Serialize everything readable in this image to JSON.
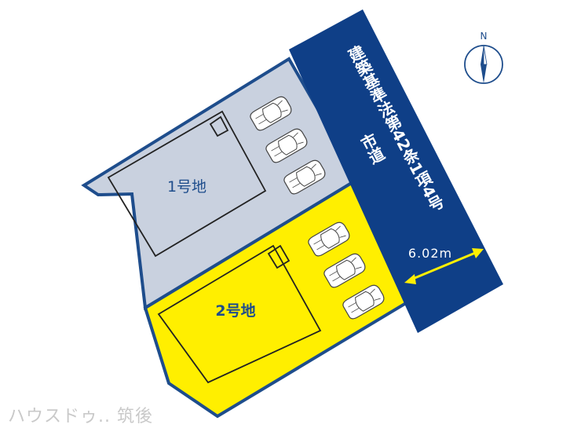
{
  "colors": {
    "lot1_fill": "#c9d1df",
    "lot2_fill": "#ffef00",
    "outline": "#1e4d8c",
    "road_fill": "#0f3f87",
    "road_text": "#ffffff",
    "width_arrow": "#ffef00",
    "building_line": "#222222",
    "watermark": "#c9c9c9"
  },
  "lots": [
    {
      "label": "1号地"
    },
    {
      "label": "2号地"
    }
  ],
  "road": {
    "designation": "建築基準法第42条1項4号",
    "name": "市道",
    "width": "6.02m"
  },
  "compass": {
    "label": "N"
  },
  "watermark": {
    "text": "ハウスドゥ.. 筑後"
  },
  "parking": {
    "lot1_cars": 3,
    "lot2_cars": 3
  }
}
